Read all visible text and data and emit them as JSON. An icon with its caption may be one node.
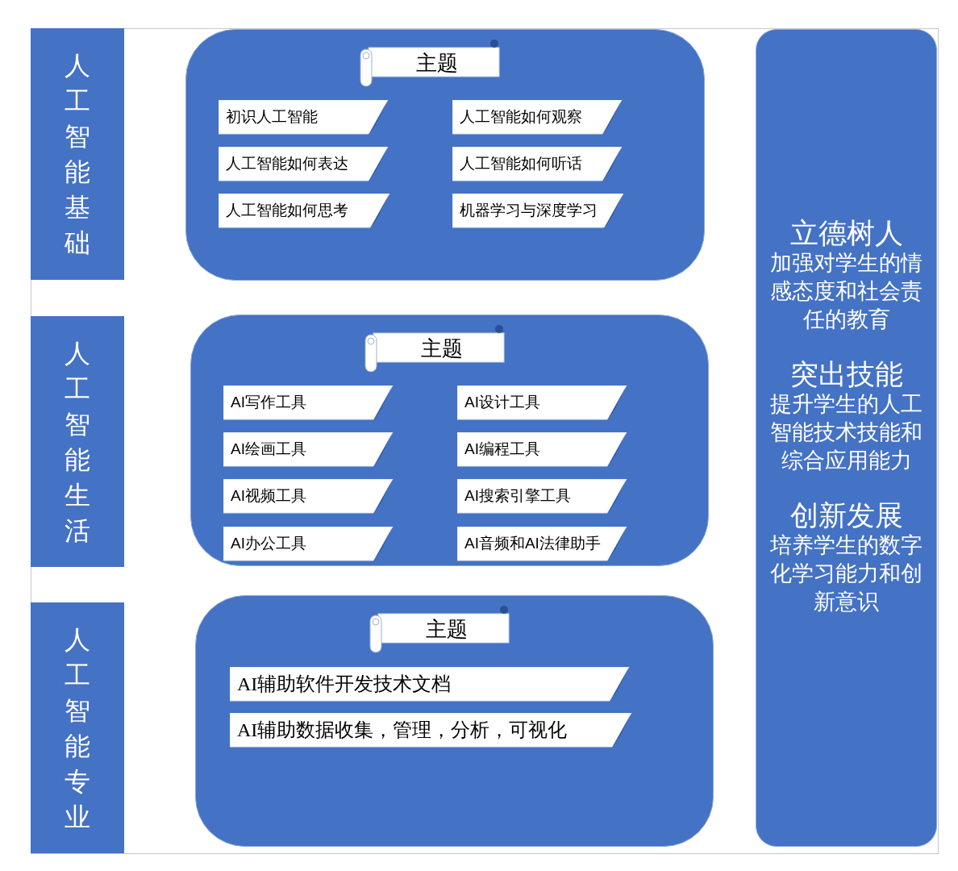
{
  "diagram": {
    "nodes": [
      {
        "text": [
          "人工智能基础"
        ]
      },
      {
        "text": [],
        "shape": "box"
      },
      {
        "text": [
          "主题"
        ],
        "in": 1
      },
      {
        "text": [
          "初识人工智能"
        ],
        "in": 1
      },
      {
        "text": [
          "人工智能如何观察"
        ],
        "in": 1
      },
      {
        "text": [
          "人工智能如何表达"
        ],
        "in": 1
      },
      {
        "text": [
          "人工智能如何听话"
        ],
        "in": 1
      },
      {
        "text": [
          "人工智能如何思考"
        ],
        "in": 1
      },
      {
        "text": [
          "机器学习与深度学习"
        ],
        "in": 1
      },
      {
        "text": [
          "人工智能生活"
        ]
      },
      {
        "text": [],
        "shape": "box"
      },
      {
        "text": [
          "主题"
        ],
        "in": 10
      },
      {
        "text": [
          "AI写作工具"
        ],
        "in": 10
      },
      {
        "text": [
          "AI设计工具"
        ],
        "in": 10
      },
      {
        "text": [
          "AI绘画工具"
        ],
        "in": 10
      },
      {
        "text": [
          "AI编程工具"
        ],
        "in": 10
      },
      {
        "text": [
          "AI视频工具"
        ],
        "in": 10
      },
      {
        "text": [
          "AI搜索引擎工具"
        ],
        "in": 10
      },
      {
        "text": [
          "AI办公工具"
        ],
        "in": 10
      },
      {
        "text": [
          "AI音频和AI法律助手"
        ],
        "in": 10
      },
      {
        "text": [
          "人工智能专业"
        ]
      },
      {
        "text": [],
        "shape": "box"
      },
      {
        "text": [
          "主题"
        ],
        "in": 21
      },
      {
        "text": [
          "AI辅助软件开发技术文档"
        ],
        "in": 21
      },
      {
        "text": [
          "AI辅助数据收集，管理，分析，可视化"
        ],
        "in": 21
      },
      {
        "text": [
          "立德树人",
          "加强对学生的情感态度和社会责任的教育",
          "突出技能",
          "提升学生的人工智能技术技能和综合应用能力",
          "创新发展",
          "培养学生的数字化学习能力和创新意识"
        ]
      }
    ]
  }
}
